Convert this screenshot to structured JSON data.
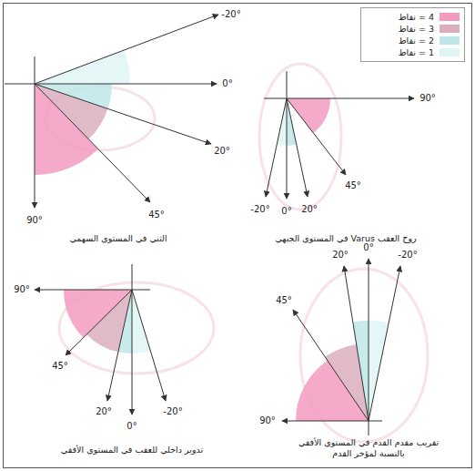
{
  "diagram": {
    "labels": [
      "-20°",
      "0°",
      "20°",
      "45°",
      "90°",
      "الثني في المستوى السهمي",
      "90°",
      "45°",
      "20°",
      "0°",
      "-20°",
      "روح العقب Varus في المستوى الجبهي",
      "90°",
      "45°",
      "20°",
      "0°",
      "-20°",
      "تدوير داخلي للعقب في المستوى الأفقي",
      "0°",
      "20°",
      "-20°",
      "45°",
      "90°",
      "تقريب مقدم القدم في المستوى الأفقي بالنسبة لمؤخر القدم"
    ],
    "legend": [
      {
        "text": "4 = نقاط",
        "color": "#f39bbf"
      },
      {
        "text": "3 = نقاط",
        "color": "#dcaebd"
      },
      {
        "text": "2 = نقاط",
        "color": "#bfe6e6"
      },
      {
        "text": "1 = نقاط",
        "color": "#dff4f4"
      }
    ]
  }
}
